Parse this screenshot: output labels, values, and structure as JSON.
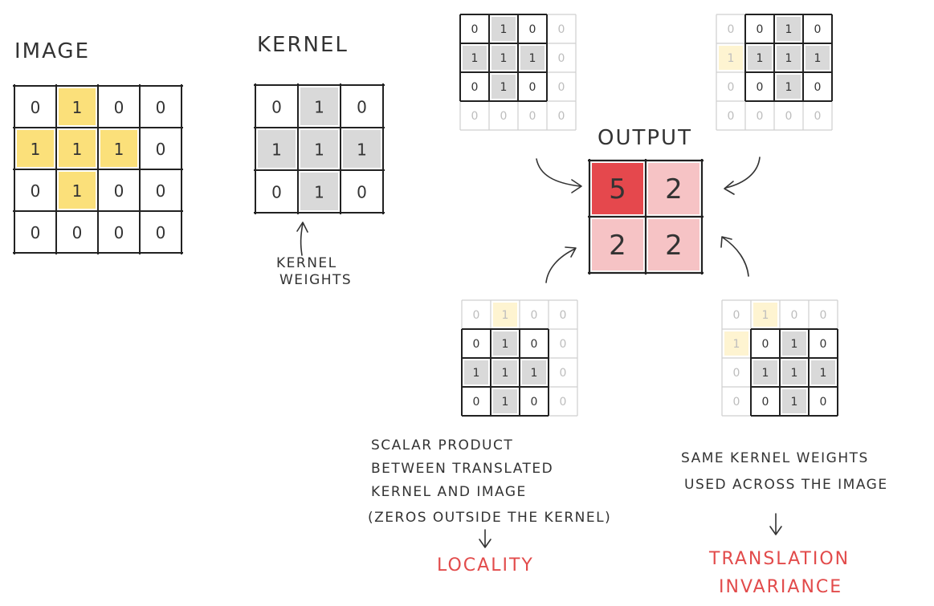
{
  "image": {
    "title": "IMAGE",
    "grid": [
      [
        0,
        1,
        0,
        0
      ],
      [
        1,
        1,
        1,
        0
      ],
      [
        0,
        1,
        0,
        0
      ],
      [
        0,
        0,
        0,
        0
      ]
    ]
  },
  "kernel": {
    "title": "KERNEL",
    "grid": [
      [
        0,
        1,
        0
      ],
      [
        1,
        1,
        1
      ],
      [
        0,
        1,
        0
      ]
    ],
    "annotation_lines": [
      "KERNEL",
      "WEIGHTS"
    ]
  },
  "output": {
    "title": "OUTPUT",
    "grid": [
      [
        5,
        2
      ],
      [
        2,
        2
      ]
    ]
  },
  "positions": [
    {
      "name": "top-left",
      "kernel_offset": [
        0,
        0
      ]
    },
    {
      "name": "top-right",
      "kernel_offset": [
        0,
        1
      ]
    },
    {
      "name": "bottom-left",
      "kernel_offset": [
        1,
        0
      ]
    },
    {
      "name": "bottom-right",
      "kernel_offset": [
        1,
        1
      ]
    }
  ],
  "notes": {
    "locality_lines": [
      "SCALAR PRODUCT",
      "BETWEEN TRANSLATED",
      "KERNEL AND IMAGE",
      "(ZEROS OUTSIDE THE KERNEL)"
    ],
    "locality_label": "LOCALITY",
    "invariance_lines": [
      "SAME KERNEL WEIGHTS",
      "USED ACROSS THE IMAGE"
    ],
    "invariance_label_lines": [
      "TRANSLATION",
      "INVARIANCE"
    ]
  },
  "colors": {
    "image_highlight": "#fbe07a",
    "kernel_shade": "#d9d9d9",
    "output_max": "#e5484d",
    "output_other": "#f6c3c5",
    "accent_red": "#e24b4b"
  }
}
